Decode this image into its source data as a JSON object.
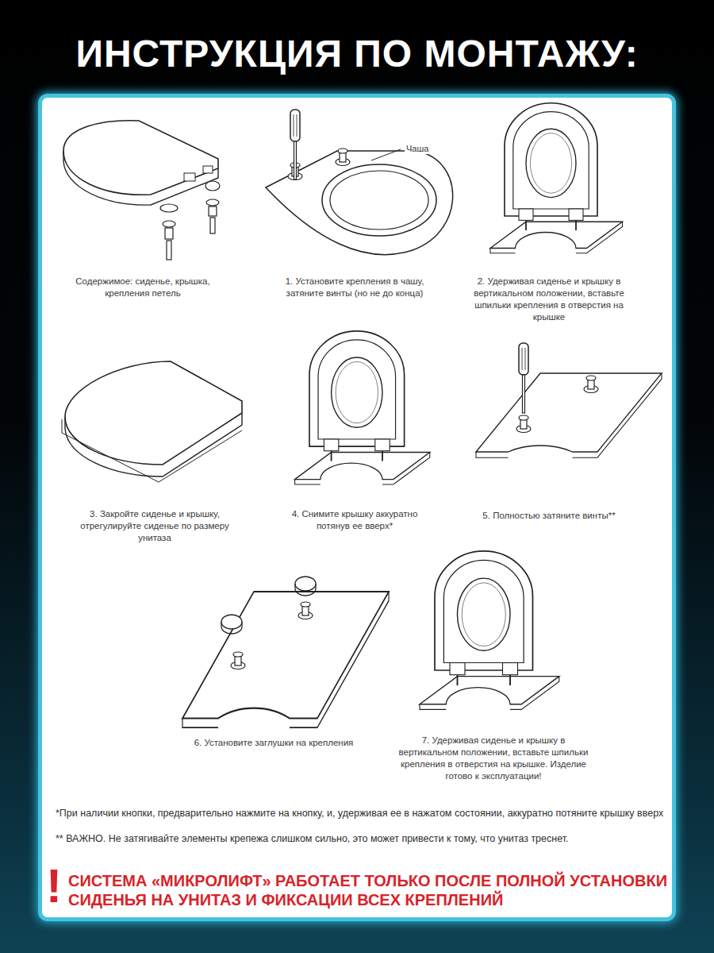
{
  "diagram": {
    "title": "ИНСТРУКЦИЯ ПО МОНТАЖУ:",
    "labels": [
      "Содержимое: сиденье, крышка, крепления петель",
      "Чаша",
      "1. Установите крепления в чашу, затяните винты (но не до конца)",
      "2. Удерживая сиденье и крышку в вертикальном положении, вставьте шпильки крепления в отверстия на крышке",
      "3. Закройте сиденье и крышку, отрегулируйте сиденье по размеру унитаза",
      "4. Снимите крышку аккуратно потянув ее вверх*",
      "5. Полностью затяните винты**",
      "6. Установите заглушки на крепления",
      "7. Удерживая сиденье и крышку в вертикальном положении, вставьте шпильки крепления в отверстия на крышке. Изделие готово к эксплуатации!",
      "*При наличии кнопки, предварительно нажмите на кнопку, и, удерживая ее в нажатом состоянии, аккуратно потяните крышку вверх",
      "** ВАЖНО. Не затягивайте элементы крепежа слишком сильно, это может привести к тому, что унитаз треснет.",
      "!",
      "СИСТЕМА «МИКРОЛИФТ» РАБОТАЕТ ТОЛЬКО ПОСЛЕ ПОЛНОЙ УСТАНОВКИ СИДЕНЬЯ НА УНИТАЗ И ФИКСАЦИИ ВСЕХ КРЕПЛЕНИЙ"
    ]
  }
}
